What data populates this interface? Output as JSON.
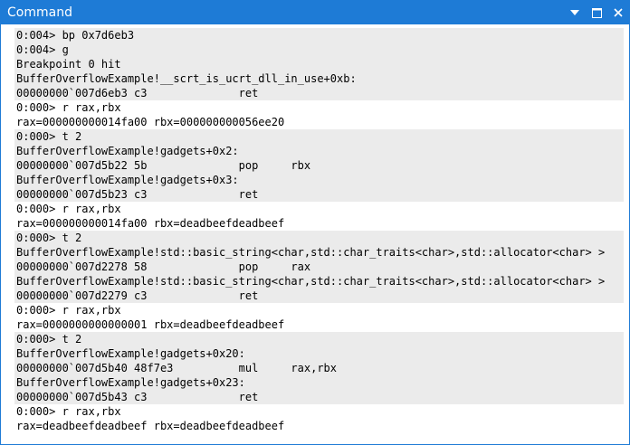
{
  "window": {
    "title": "Command",
    "controls": {
      "dropdown_icon": "chevron-down-icon",
      "maximize_icon": "maximize-icon",
      "close_icon": "close-icon"
    },
    "colors": {
      "titlebar": "#1e7bd6",
      "shaded_block": "#ebebeb"
    }
  },
  "output": {
    "lines": [
      {
        "text": "0:004> bp 0x7d6eb3",
        "shade": true
      },
      {
        "text": "0:004> g",
        "shade": true
      },
      {
        "text": "Breakpoint 0 hit",
        "shade": true
      },
      {
        "text": "BufferOverflowExample!__scrt_is_ucrt_dll_in_use+0xb:",
        "shade": true
      },
      {
        "text": "00000000`007d6eb3 c3              ret",
        "shade": true
      },
      {
        "text": "0:000> r rax,rbx",
        "shade": false
      },
      {
        "text": "rax=000000000014fa00 rbx=000000000056ee20",
        "shade": false
      },
      {
        "text": "0:000> t 2",
        "shade": true
      },
      {
        "text": "BufferOverflowExample!gadgets+0x2:",
        "shade": true
      },
      {
        "text": "00000000`007d5b22 5b              pop     rbx",
        "shade": true
      },
      {
        "text": "BufferOverflowExample!gadgets+0x3:",
        "shade": true
      },
      {
        "text": "00000000`007d5b23 c3              ret",
        "shade": true
      },
      {
        "text": "0:000> r rax,rbx",
        "shade": false
      },
      {
        "text": "rax=000000000014fa00 rbx=deadbeefdeadbeef",
        "shade": false
      },
      {
        "text": "0:000> t 2",
        "shade": true
      },
      {
        "text": "BufferOverflowExample!std::basic_string<char,std::char_traits<char>,std::allocator<char> >",
        "shade": true
      },
      {
        "text": "00000000`007d2278 58              pop     rax",
        "shade": true
      },
      {
        "text": "BufferOverflowExample!std::basic_string<char,std::char_traits<char>,std::allocator<char> >",
        "shade": true
      },
      {
        "text": "00000000`007d2279 c3              ret",
        "shade": true
      },
      {
        "text": "0:000> r rax,rbx",
        "shade": false
      },
      {
        "text": "rax=0000000000000001 rbx=deadbeefdeadbeef",
        "shade": false
      },
      {
        "text": "0:000> t 2",
        "shade": true
      },
      {
        "text": "BufferOverflowExample!gadgets+0x20:",
        "shade": true
      },
      {
        "text": "00000000`007d5b40 48f7e3          mul     rax,rbx",
        "shade": true
      },
      {
        "text": "BufferOverflowExample!gadgets+0x23:",
        "shade": true
      },
      {
        "text": "00000000`007d5b43 c3              ret",
        "shade": true
      },
      {
        "text": "0:000> r rax,rbx",
        "shade": false
      },
      {
        "text": "rax=deadbeefdeadbeef rbx=deadbeefdeadbeef",
        "shade": false
      }
    ]
  }
}
